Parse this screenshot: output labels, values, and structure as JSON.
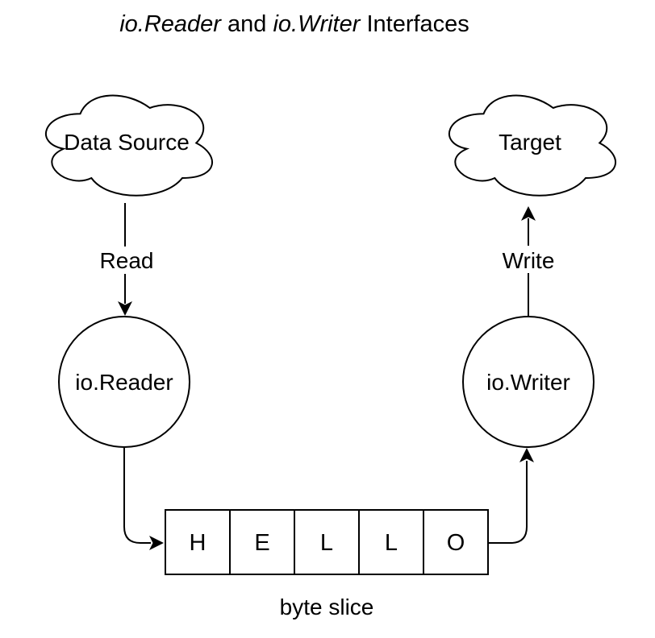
{
  "title": {
    "reader": "io.Reader",
    "and": " and ",
    "writer": "io.Writer",
    "suffix": " Interfaces"
  },
  "nodes": {
    "data_source": "Data Source",
    "target": "Target",
    "io_reader": "io.Reader",
    "io_writer": "io.Writer"
  },
  "edges": {
    "read": "Read",
    "write": "Write"
  },
  "byte_slice": {
    "label": "byte slice",
    "cells": [
      "H",
      "E",
      "L",
      "L",
      "O"
    ]
  },
  "colors": {
    "stroke": "#000000",
    "fill": "#ffffff",
    "text": "#000000"
  }
}
